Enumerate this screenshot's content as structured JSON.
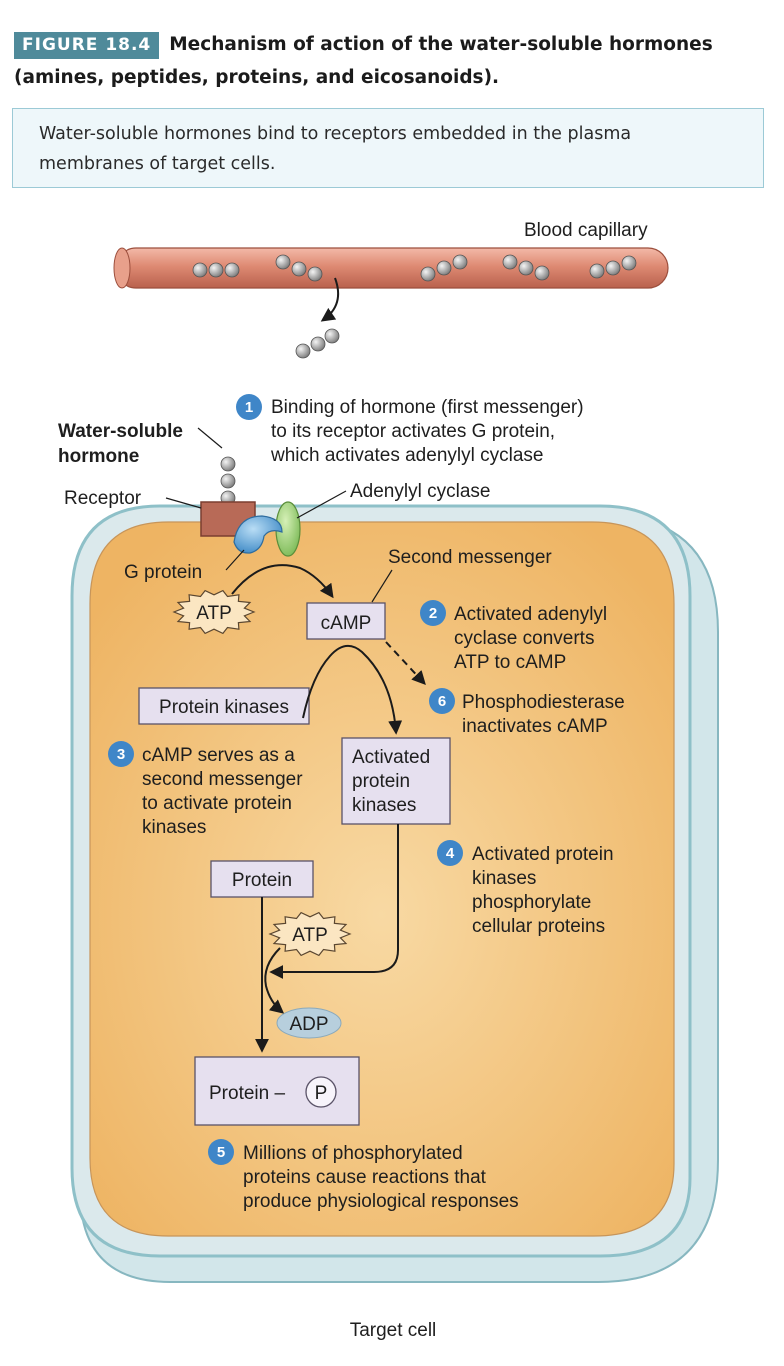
{
  "figure": {
    "tag": "FIGURE 18.4",
    "title_line1": "Mechanism of action of the water-soluble hormones",
    "title_line2": "(amines, peptides, proteins, and eicosanoids)."
  },
  "summary": "Water-soluble hormones bind to receptors embedded in the plasma membranes of target cells.",
  "labels": {
    "blood_capillary": "Blood capillary",
    "water_soluble_line1": "Water-soluble",
    "water_soluble_line2": "hormone",
    "receptor": "Receptor",
    "adenylyl_cyclase": "Adenylyl cyclase",
    "g_protein": "G protein",
    "second_messenger": "Second messenger",
    "atp": "ATP",
    "camp": "cAMP",
    "protein_kinases": "Protein kinases",
    "activated_pk_line1": "Activated",
    "activated_pk_line2": "protein",
    "activated_pk_line3": "kinases",
    "protein": "Protein",
    "adp": "ADP",
    "protein_p": "Protein –",
    "p": "P",
    "target_cell": "Target cell"
  },
  "steps": [
    {
      "number": "1",
      "lines": [
        "Binding of hormone (first messenger)",
        "to its receptor activates G protein,",
        "which activates adenylyl cyclase"
      ]
    },
    {
      "number": "2",
      "lines": [
        "Activated adenylyl",
        "cyclase converts",
        "ATP to cAMP"
      ]
    },
    {
      "number": "3",
      "lines": [
        "cAMP serves as a",
        "second messenger",
        "to activate protein",
        "kinases"
      ]
    },
    {
      "number": "4",
      "lines": [
        "Activated protein",
        "kinases",
        "phosphorylate",
        "cellular proteins"
      ]
    },
    {
      "number": "5",
      "lines": [
        "Millions of phosphorylated",
        "proteins cause reactions that",
        "produce physiological responses"
      ]
    },
    {
      "number": "6",
      "lines": [
        "Phosphodiesterase",
        "inactivates cAMP"
      ]
    }
  ],
  "colors": {
    "tag_bg": "#4f8a9a",
    "cell_fill": "#f2c27e",
    "membrane": "#8ec0c8",
    "capillary": "#d9856f",
    "step_badge": "#3f86c8",
    "box_fill": "#e6e0ef"
  }
}
